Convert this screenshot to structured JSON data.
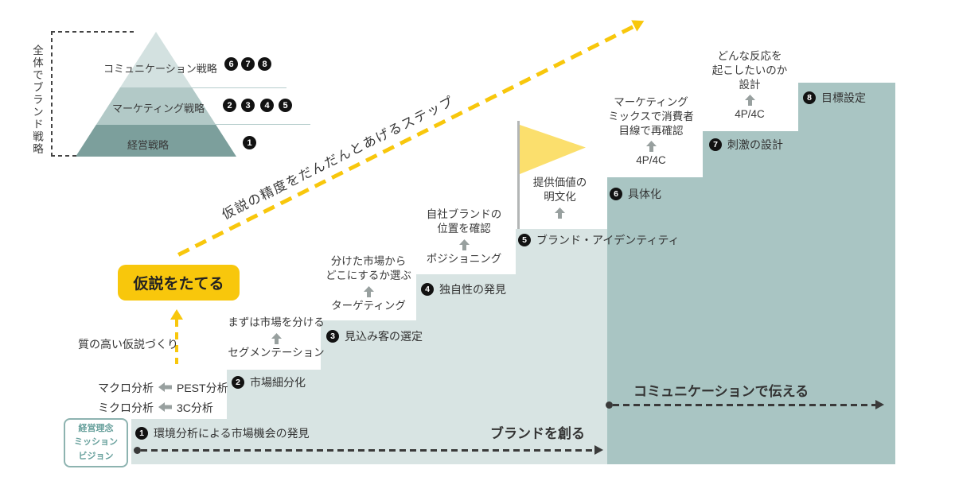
{
  "colors": {
    "accent_yellow": "#f8c70c",
    "flag_yellow": "#fbdf6d",
    "step_light": "#d8e4e3",
    "step_dark": "#a9c5c3",
    "pyramid_top": "#d3e1e0",
    "pyramid_mid": "#b2c9c7",
    "pyramid_bottom": "#7c9f9c",
    "badge_black": "#121212"
  },
  "side_caption": "全体でブランド戦略",
  "pyramid": {
    "layers": [
      {
        "label": "コミュニケーション戦略",
        "badges": [
          "6",
          "7",
          "8"
        ]
      },
      {
        "label": "マーケティング戦略",
        "badges": [
          "2",
          "3",
          "4",
          "5"
        ]
      },
      {
        "label": "経営戦略",
        "badges": [
          "1"
        ]
      }
    ]
  },
  "diagonal_label": "仮説の精度をだんだんとあげるステップ",
  "hypothesis_box": "仮説をたてる",
  "hypothesis_note": "質の高い仮説づくり",
  "analysis": [
    {
      "left": "マクロ分析",
      "right": "PEST分析"
    },
    {
      "left": "ミクロ分析",
      "right": "3C分析"
    }
  ],
  "foundation": [
    "経営理念",
    "ミッション",
    "ビジョン"
  ],
  "steps": [
    {
      "num": "1",
      "label": "環境分析による市場機会の発見"
    },
    {
      "num": "2",
      "label": "市場細分化",
      "annotation": {
        "desc": [
          "まずは市場を分ける"
        ],
        "keyword": "セグメンテーション"
      }
    },
    {
      "num": "3",
      "label": "見込み客の選定",
      "annotation": {
        "desc": [
          "分けた市場から",
          "どこにするか選ぶ"
        ],
        "keyword": "ターゲティング"
      }
    },
    {
      "num": "4",
      "label": "独自性の発見",
      "annotation": {
        "desc": [
          "自社ブランドの",
          "位置を確認"
        ],
        "keyword": "ポジショニング"
      }
    },
    {
      "num": "5",
      "label": "ブランド・アイデンティティ",
      "annotation": {
        "desc": [
          "提供価値の",
          "明文化"
        ]
      }
    },
    {
      "num": "6",
      "label": "具体化",
      "annotation": {
        "desc": [
          "マーケティング",
          "ミックスで消費者",
          "目線で再確認"
        ],
        "keyword": "4P/4C"
      }
    },
    {
      "num": "7",
      "label": "刺激の設計",
      "annotation": {
        "desc": [
          "どんな反応を",
          "起こしたいのか",
          "設計"
        ],
        "keyword": "4P/4C"
      }
    },
    {
      "num": "8",
      "label": "目標設定"
    }
  ],
  "phases": [
    {
      "label": "ブランドを創る"
    },
    {
      "label": "コミュニケーションで伝える"
    }
  ]
}
